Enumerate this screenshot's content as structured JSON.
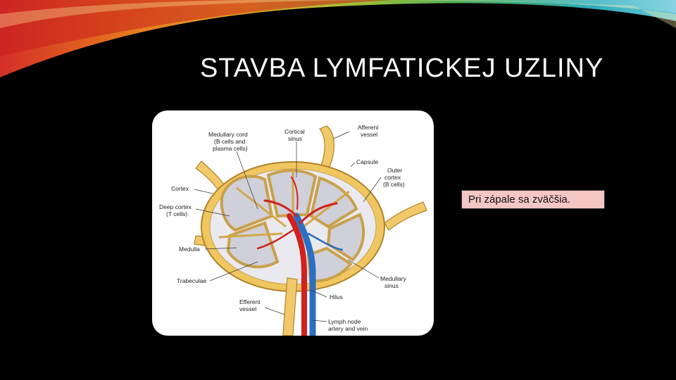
{
  "slide": {
    "title": "STAVBA LYMFATICKEJ UZLINY",
    "note": "Pri zápale sa zväčšia.",
    "colors": {
      "background": "#000000",
      "note_fill": "#f4c6c4",
      "text": "#ffffff"
    }
  },
  "diagram": {
    "labels": {
      "medullary_cord_1": "Medullary cord",
      "medullary_cord_2": "(B cells and",
      "medullary_cord_3": "plasma cells)",
      "cortical_sinus_1": "Cortical",
      "cortical_sinus_2": "sinus",
      "afferent_1": "Afferent",
      "afferent_2": "vessel",
      "capsule": "Capsule",
      "outer_cortex_1": "Outer",
      "outer_cortex_2": "cortex",
      "outer_cortex_3": "(B cells)",
      "cortex": "Cortex",
      "deep_cortex_1": "Deep cortex",
      "deep_cortex_2": "(T cells)",
      "medulla": "Medulla",
      "trabeculae": "Trabeculae",
      "medullary_sinus_1": "Medullary",
      "medullary_sinus_2": "sinus",
      "efferent_1": "Efferent",
      "efferent_2": "vessel",
      "hilus": "Hilus",
      "artery_vein_1": "Lymph node",
      "artery_vein_2": "artery and vein"
    }
  }
}
